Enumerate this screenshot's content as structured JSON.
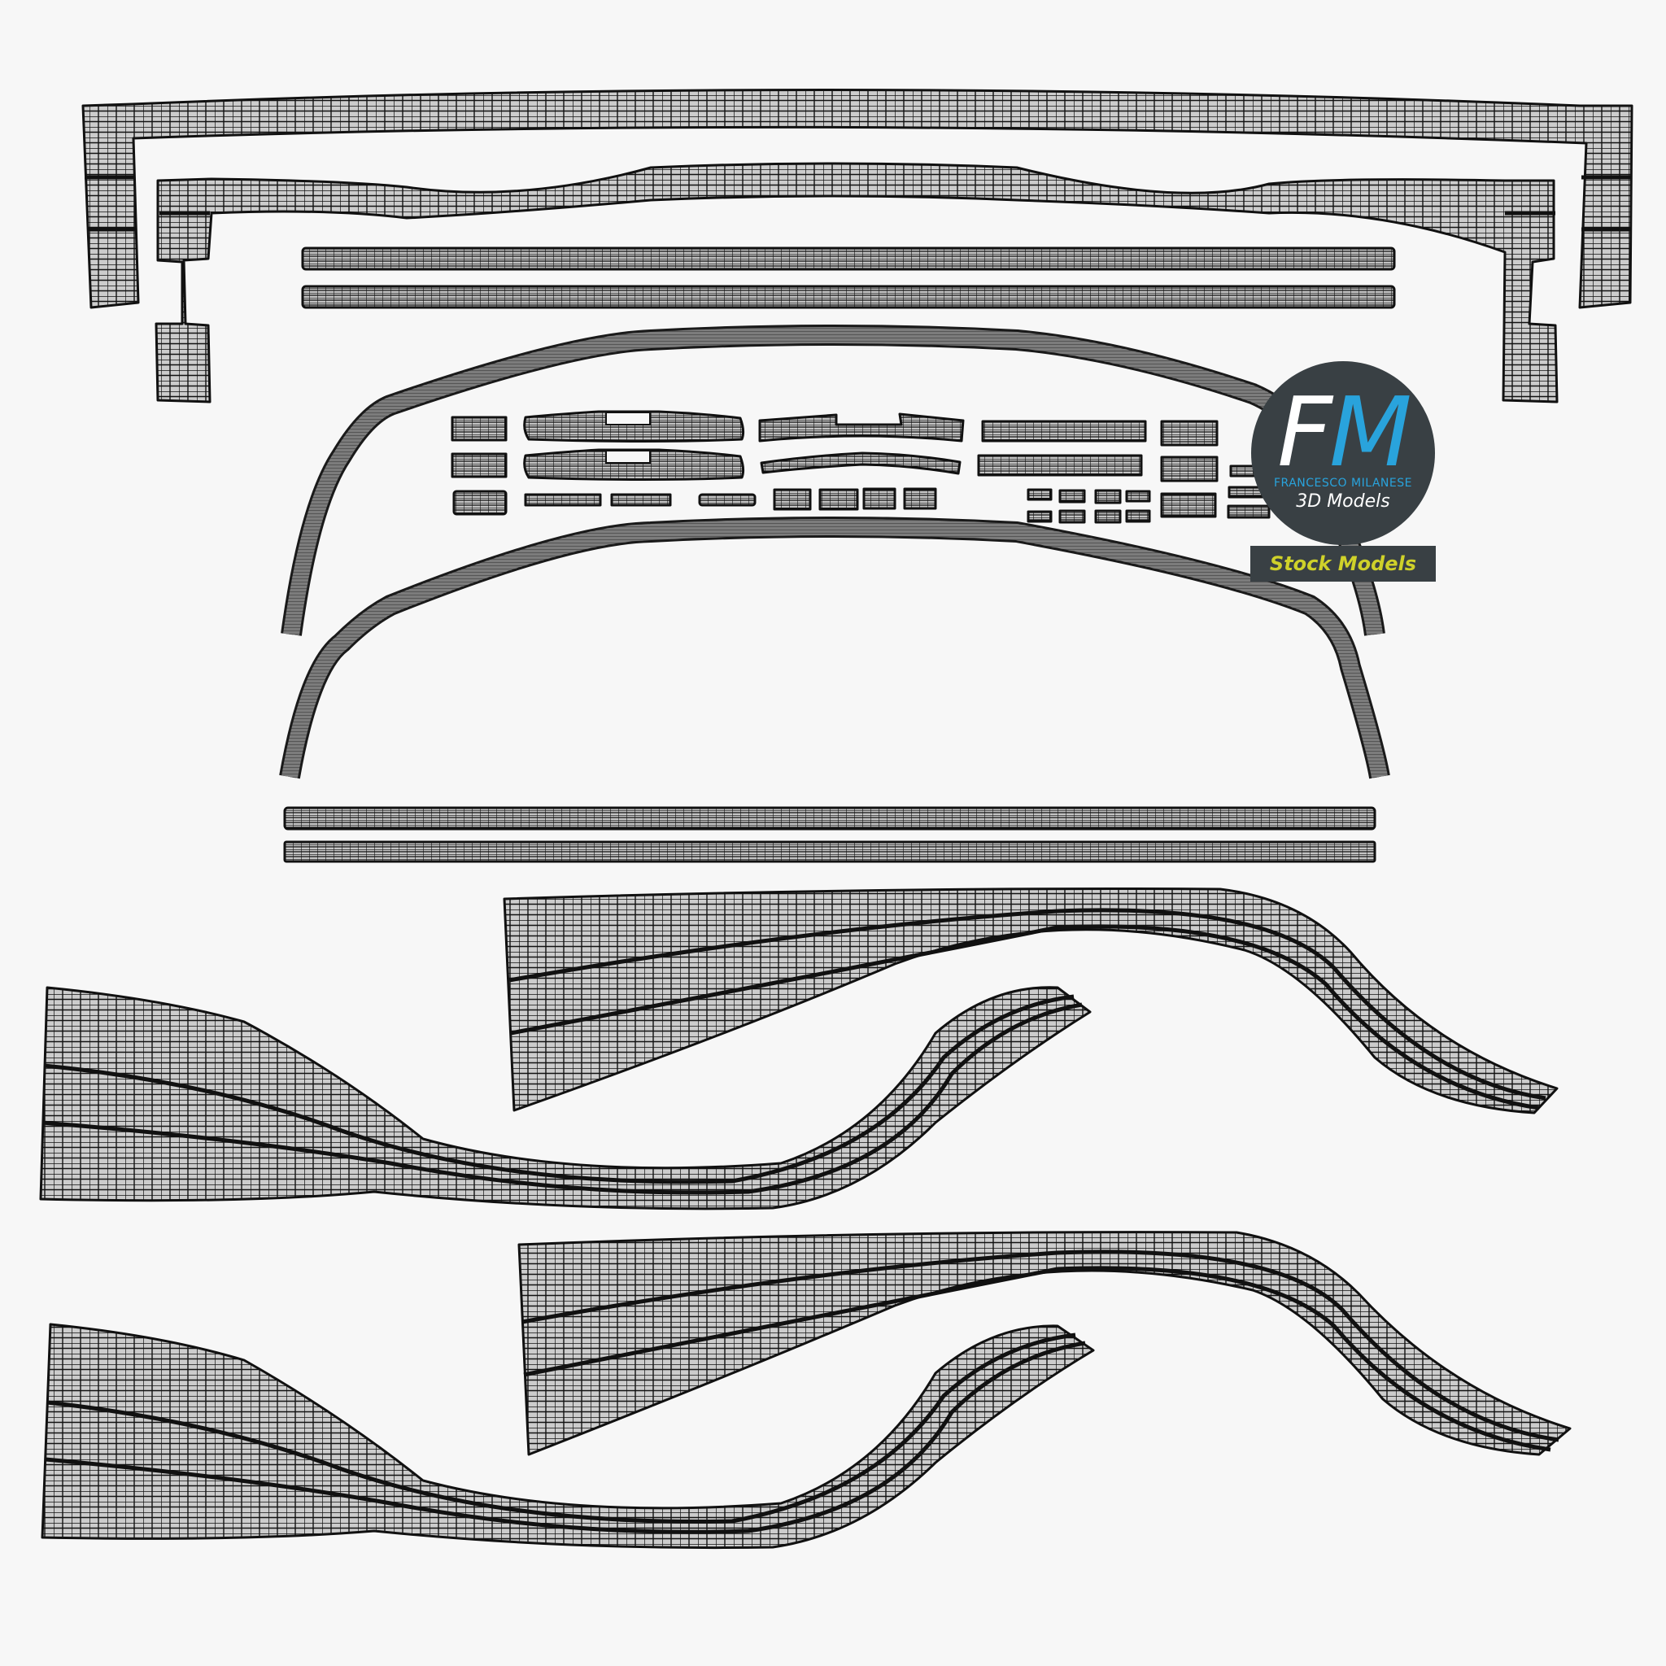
{
  "scene": {
    "description": "UV layout wireframe render of 3D model parts",
    "background_color": "#f7f7f7",
    "mesh_fill_color": "#cccccc",
    "mesh_line_color": "#111111"
  },
  "watermark": {
    "logo_letters": {
      "f": "F",
      "m": "M"
    },
    "brand_name": "FRANCESCO MILANESE",
    "subtitle": "3D Models",
    "badge_label": "Stock Models",
    "colors": {
      "circle_bg": "#394044",
      "f_color": "#ffffff",
      "m_color": "#29a3dc",
      "badge_text": "#cfd12a"
    }
  },
  "parts": [
    {
      "id": "top-frame-outer",
      "type": "bracket-frame"
    },
    {
      "id": "top-frame-inner",
      "type": "bracket-frame"
    },
    {
      "id": "straight-strip-1",
      "type": "strip"
    },
    {
      "id": "straight-strip-2",
      "type": "strip"
    },
    {
      "id": "arch-band-upper",
      "type": "arch"
    },
    {
      "id": "arch-band-lower",
      "type": "arch"
    },
    {
      "id": "small-pieces-cluster",
      "type": "cluster"
    },
    {
      "id": "straight-strip-3",
      "type": "strip"
    },
    {
      "id": "straight-strip-4",
      "type": "strip"
    },
    {
      "id": "side-panel-1",
      "type": "swoosh"
    },
    {
      "id": "side-panel-2",
      "type": "swoosh"
    },
    {
      "id": "side-panel-3",
      "type": "swoosh"
    },
    {
      "id": "side-panel-4",
      "type": "swoosh"
    }
  ]
}
